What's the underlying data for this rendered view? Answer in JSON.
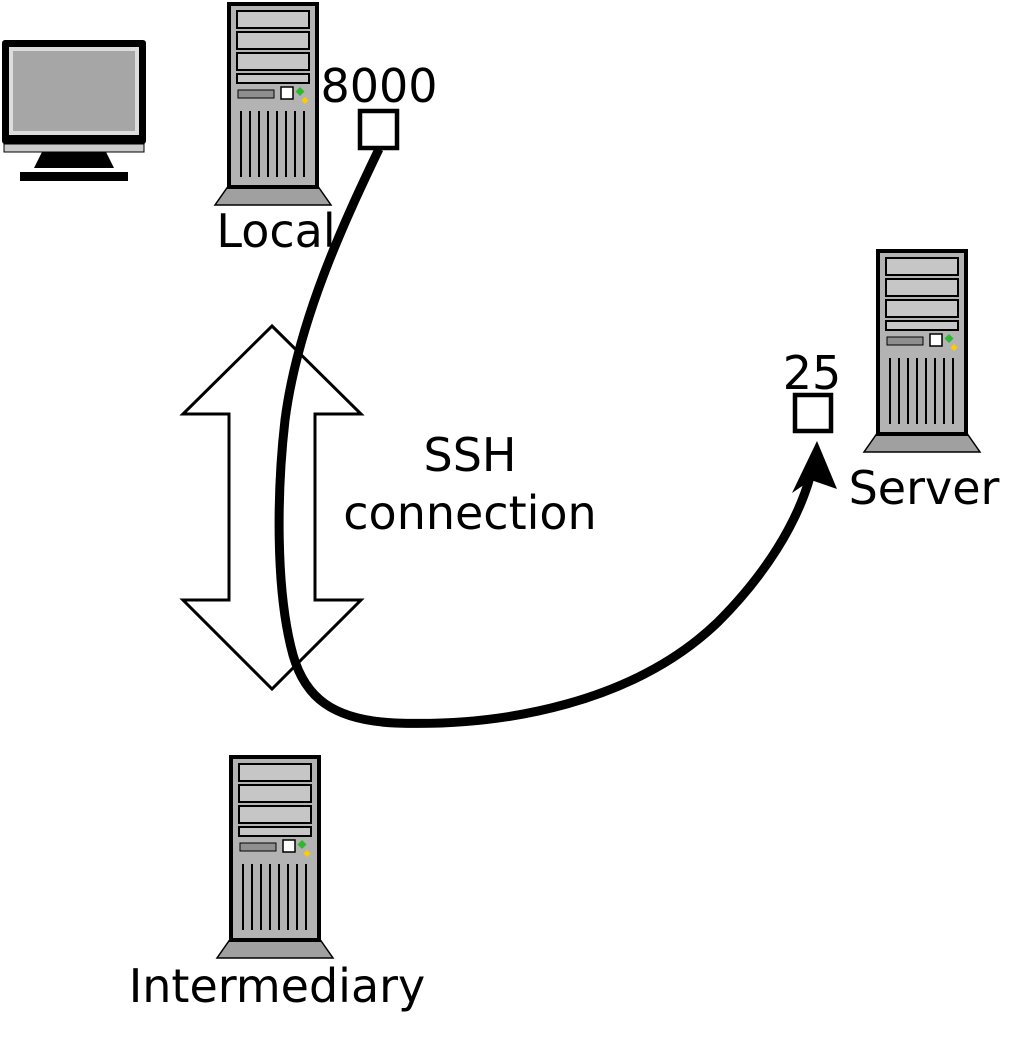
{
  "diagram": {
    "kind": "ssh-tunnel-network-diagram",
    "nodes": {
      "local": {
        "label": "Local",
        "port_label": "8000"
      },
      "server": {
        "label": "Server",
        "port_label": "25"
      },
      "intermediary": {
        "label": "Intermediary"
      }
    },
    "ssh_arrow": {
      "label_line1": "SSH",
      "label_line2": "connection"
    },
    "icons": [
      "monitor-icon",
      "local-tower-icon",
      "server-tower-icon",
      "intermediary-tower-icon",
      "port-box-icon",
      "double-arrow-icon",
      "tunnel-curve-arrow-icon"
    ],
    "colors": {
      "line": "#000000",
      "arrow_fill": "#ffffff",
      "port_box_fill": "#ffffff",
      "tower_body": "#b3b3b3",
      "tower_bay": "#c6c6c6",
      "tower_base": "#a0a0a0",
      "screen": "#a6a6a6",
      "led_green": "#2db82d",
      "led_yellow": "#ffcc00",
      "background": "#ffffff"
    }
  }
}
